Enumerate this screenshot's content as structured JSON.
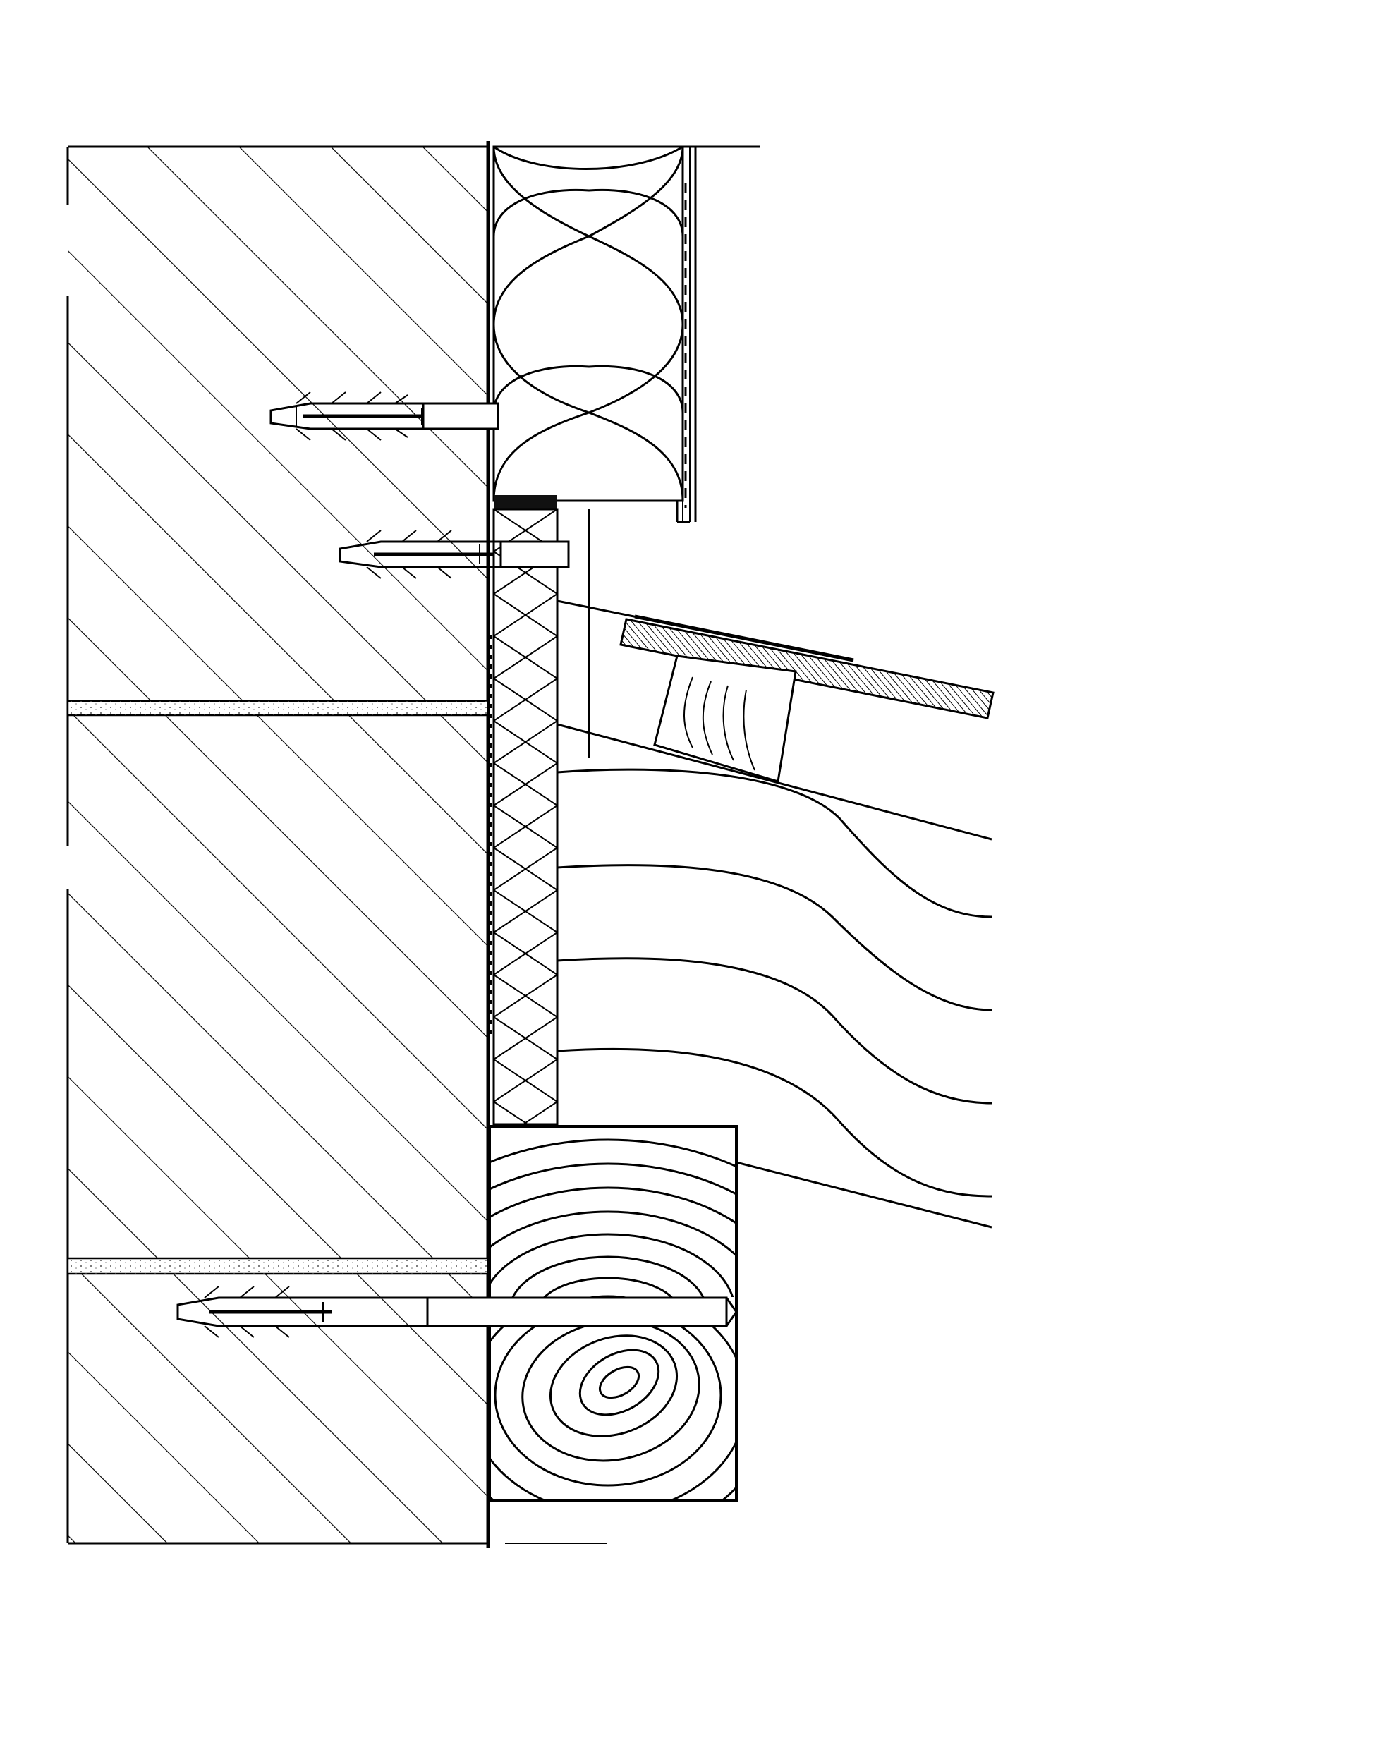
{
  "drawing": {
    "colors": {
      "line": "#000000",
      "background": "#ffffff",
      "mortar": "#f4f4f4",
      "dark_fill": "#111111"
    },
    "parts": [
      "masonry-wall",
      "mortar-joint",
      "mineral-wool-insulation",
      "external-render",
      "timber-ledger-beam",
      "roof-rafter",
      "roof-counter-batten",
      "roof-covering-board",
      "wall-plug-anchors",
      "flashing-sheet",
      "fire-barrier-insulation"
    ]
  }
}
